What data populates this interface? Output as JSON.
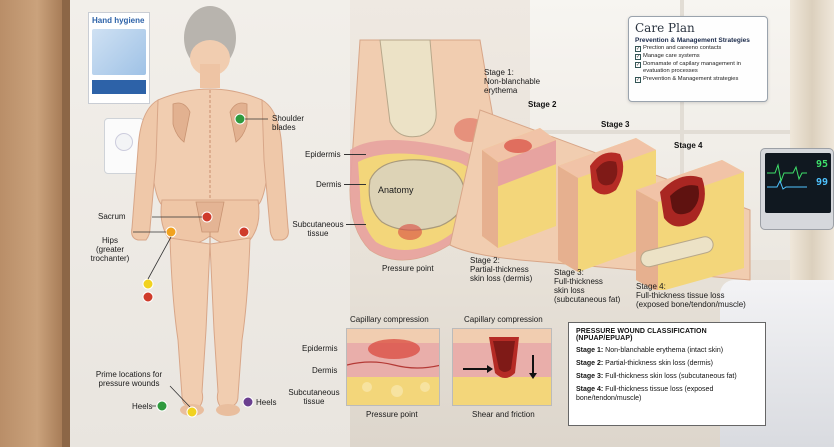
{
  "poster": {
    "title": "Hand hygiene"
  },
  "body_labels": {
    "shoulder": "Shoulder\nblades",
    "sacrum": "Sacrum",
    "hips": "Hips\n(greater\ntrochanter)",
    "prime": "Prime locations for\npressure wounds",
    "heels_left": "Heels",
    "heels_right": "Heels"
  },
  "care_plan": {
    "title": "Care Plan",
    "subtitle": "Prevention & Management Strategies",
    "items": [
      "Prection and careeno contacts",
      "Manage care systems",
      "Domamate of capilary management in evatuation processes",
      "Prevention & Management strategies"
    ]
  },
  "monitor": {
    "values": [
      "95",
      "99"
    ]
  },
  "foot_labels": {
    "epidermis": "Epidermis",
    "dermis": "Dermis",
    "subcutaneous": "Subcutaneous\ntissue",
    "anatomy": "Anatomy",
    "pressure_point": "Pressure point"
  },
  "stages": {
    "stage1": "Stage 1:\nNon-blanchable\nerythema",
    "stage2_title": "Stage 2",
    "stage3_title": "Stage 3",
    "stage4_title": "Stage 4",
    "stage2": "Stage 2:\nPartial-thickness\nskin loss (dermis)",
    "stage3": "Stage 3:\nFull-thickness\nskin loss\n(subcutaneous fat)",
    "stage4": "Stage 4:\nFull-thickness tissue loss\n(exposed bone/tendon/muscle)"
  },
  "capillary": {
    "left_title": "Capillary compression",
    "right_title": "Capillary compression",
    "epidermis": "Epidermis",
    "dermis": "Dermis",
    "subcutaneous": "Subcutaneous\ntissue",
    "left_caption": "Pressure point",
    "right_caption": "Shear and friction"
  },
  "classification": {
    "title": "PRESSURE WOUND CLASSIFICATION (NPUAP/EPUAP)",
    "rows": [
      {
        "label": "Stage 1:",
        "text": " Non-blanchable erythema (intact skin)"
      },
      {
        "label": "Stage 2:",
        "text": " Partial-thickness skin loss (dermis)"
      },
      {
        "label": "Stage 3:",
        "text": " Full-thickness skin loss (subcutaneous fat)"
      },
      {
        "label": "Stage 4:",
        "text": " Full-thickness tissue loss (exposed bone/tendon/muscle)"
      }
    ]
  },
  "colors": {
    "skin": "#f1cdb0",
    "skin_shadow": "#dca98a",
    "wound_red": "#c9302c",
    "fat_yellow": "#f3d67a",
    "dermis_pink": "#e7a3a0",
    "marker_green": "#2f9a3e",
    "marker_red": "#cf3b2b",
    "marker_yellow": "#f1d21f",
    "marker_purple": "#6a3f8f"
  }
}
